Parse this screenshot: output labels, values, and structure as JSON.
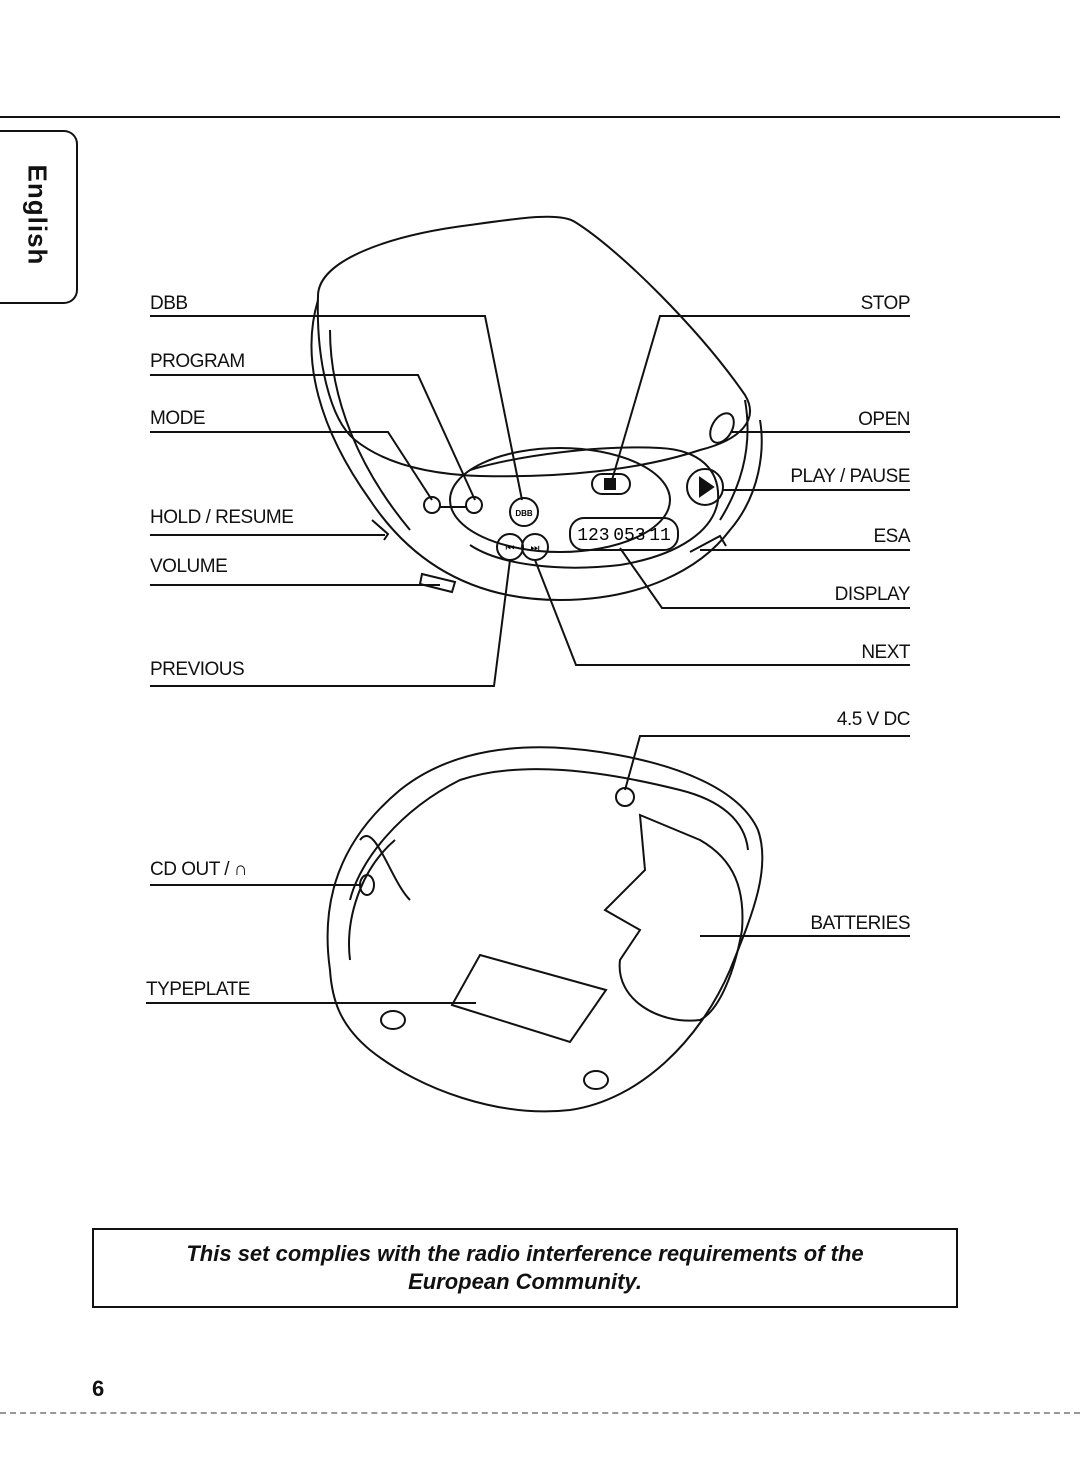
{
  "language_tab": "English",
  "labels_left": {
    "dbb": "DBB",
    "program": "PROGRAM",
    "mode": "MODE",
    "hold_resume": "HOLD / RESUME",
    "volume": "VOLUME",
    "previous": "PREVIOUS",
    "cd_out": "CD OUT / ∩",
    "typeplate": "TYPEPLATE"
  },
  "labels_right": {
    "stop": "STOP",
    "open": "OPEN",
    "play_pause": "PLAY / PAUSE",
    "esa": "ESA",
    "display": "DISPLAY",
    "next": "NEXT",
    "dc_in": "4.5 V DC",
    "batteries": "BATTERIES"
  },
  "device_display": "123 053 11",
  "button_glyphs": {
    "dbb": "DBB",
    "previous": "⏮",
    "next": "⏭"
  },
  "notice": "This set complies with the radio interference requirements of the European Community.",
  "page_number": "6"
}
